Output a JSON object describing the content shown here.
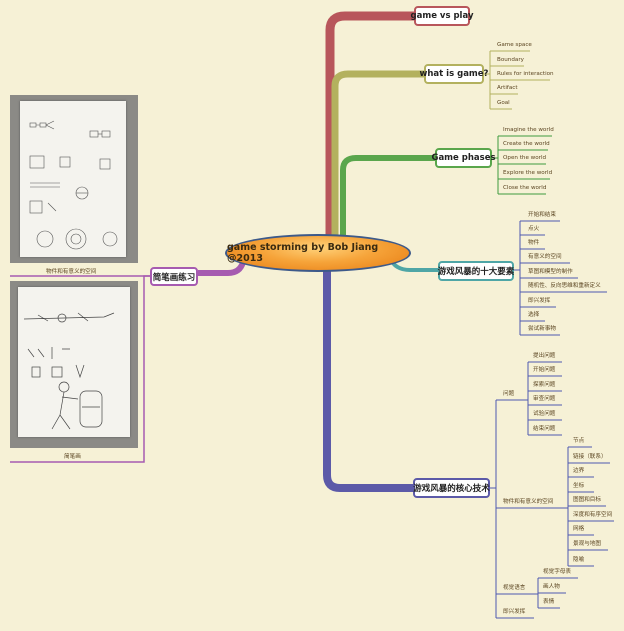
{
  "central": "game storming by Bob Jiang @2013",
  "left": {
    "topic": "简笔画练习",
    "photos": [
      {
        "caption": "物件和有意义的空间"
      },
      {
        "caption": "简笔画"
      }
    ]
  },
  "branches": {
    "game_vs_play": {
      "title": "game vs play"
    },
    "what_is_game": {
      "title": "what is game?",
      "items": [
        "Game space",
        "Boundary",
        "Rules for interaction",
        "Artifact",
        "Goal"
      ]
    },
    "game_phases": {
      "title": "Game phases",
      "items": [
        "Imagine the world",
        "Create the world",
        "Open the world",
        "Explore the world",
        "Close the world"
      ]
    },
    "ten_elements": {
      "title": "游戏风暴的十大要素",
      "items": [
        "开始和结束",
        "点火",
        "物件",
        "有意义的空间",
        "草图和模型的制作",
        "随机性、反向思维和重新定义",
        "即兴发挥",
        "选择",
        "尝试新事物"
      ]
    },
    "core_tech": {
      "title": "游戏风暴的核心技术",
      "questions": {
        "label": "问题",
        "items": [
          "提出问题",
          "开始问题",
          "探索问题",
          "审查问题",
          "试验问题",
          "结束问题"
        ]
      },
      "objects": {
        "label": "物件和有意义的空间",
        "items": [
          "节点",
          "链接（联系）",
          "边界",
          "坐标",
          "图图和目标",
          "深度和有序空间",
          "网格",
          "景观与地图",
          "隐喻"
        ]
      },
      "visual": {
        "label": "视觉语言",
        "items": [
          "视觉字母表",
          "画人物",
          "表情"
        ]
      },
      "improv": {
        "label": "即兴发挥"
      }
    }
  },
  "colors": {
    "background": "#f6f1d6",
    "game_vs_play": "#b8565b",
    "what_is_game": "#b3b15e",
    "game_phases": "#5aa64c",
    "ten_elements": "#4fa6a6",
    "core_tech": "#5c5aa8",
    "left": "#a65bb0",
    "leaf_line_green": "#3e9a3e",
    "leaf_line_yellow": "#b3b15e",
    "leaf_line_blue": "#4e59b0"
  }
}
